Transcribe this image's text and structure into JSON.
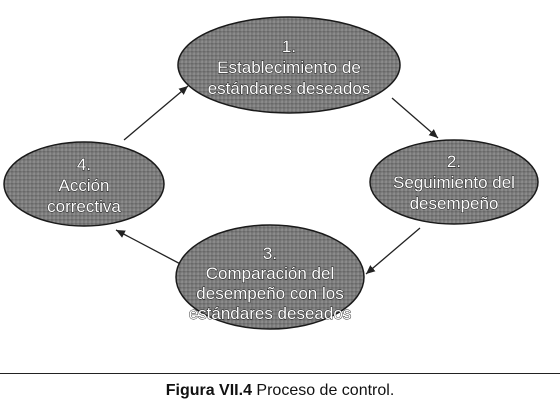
{
  "diagram": {
    "nodes": [
      {
        "id": "n1",
        "lines": [
          "1.",
          "Establecimiento de",
          "estándares deseados"
        ]
      },
      {
        "id": "n2",
        "lines": [
          "2.",
          "Seguimiento del",
          "desempeño"
        ]
      },
      {
        "id": "n3",
        "lines": [
          "3.",
          "Comparación del",
          "desempeño con los",
          "estándares deseados"
        ]
      },
      {
        "id": "n4",
        "lines": [
          "4.",
          "Acción",
          "correctiva"
        ]
      }
    ],
    "edges": [
      {
        "from": "n1",
        "to": "n2"
      },
      {
        "from": "n2",
        "to": "n3"
      },
      {
        "from": "n3",
        "to": "n4"
      },
      {
        "from": "n4",
        "to": "n1"
      }
    ]
  },
  "caption": {
    "label": "Figura VII.4",
    "text": " Proceso de control."
  }
}
